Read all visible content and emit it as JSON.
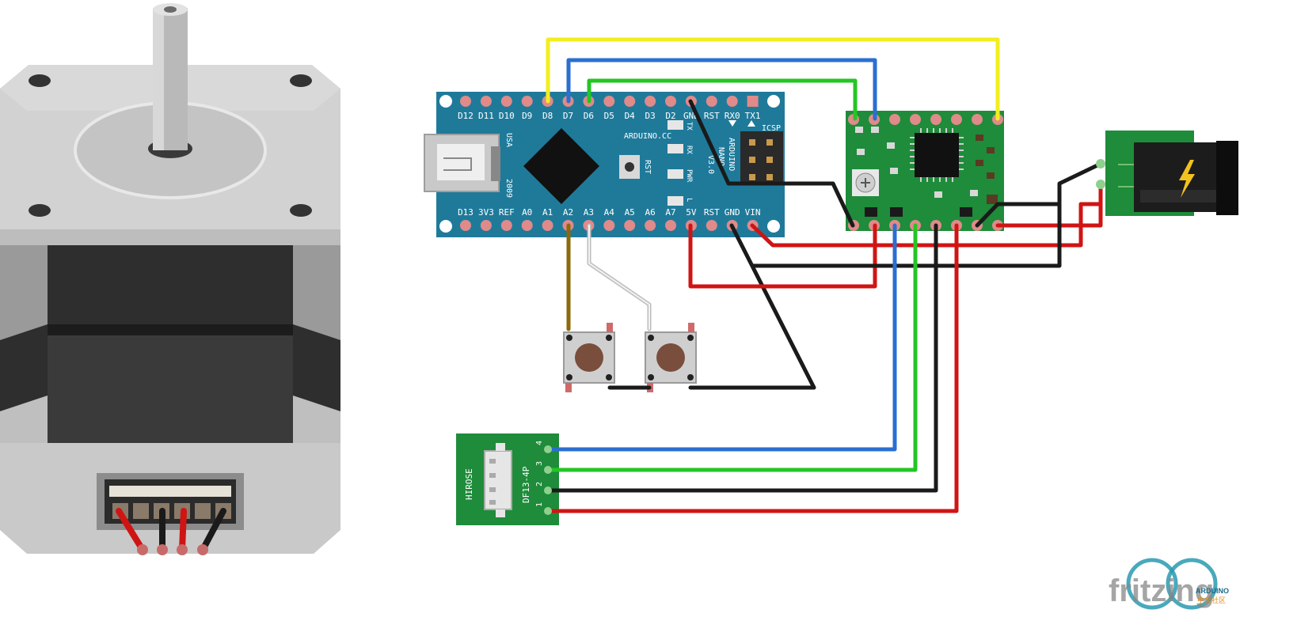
{
  "arduino": {
    "top_pins": [
      "D12",
      "D11",
      "D10",
      "D9",
      "D8",
      "D7",
      "D6",
      "D5",
      "D4",
      "D3",
      "D2",
      "GND",
      "RST",
      "RX0",
      "TX1"
    ],
    "bottom_pins": [
      "D13",
      "3V3",
      "REF",
      "A0",
      "A1",
      "A2",
      "A3",
      "A4",
      "A5",
      "A6",
      "A7",
      "5V",
      "RST",
      "GND",
      "VIN"
    ],
    "brand": "ARDUINO.CC",
    "name_line1": "ARDUINO",
    "name_line2": "NANO",
    "version": "V3.0",
    "country": "USA",
    "year": "2009",
    "rst_label": "RST",
    "icsp_label": "ICSP",
    "led_labels": [
      "TX",
      "RX",
      "PWR",
      "L"
    ]
  },
  "connector": {
    "brand": "HIROSE",
    "model": "DF13-4P",
    "pins": [
      "4",
      "3",
      "2",
      "1"
    ]
  },
  "logo": {
    "text": "fritzing",
    "badge": "ARDUINO",
    "sub": "中文社区"
  },
  "colors": {
    "arduino_board": "#1f7a9a",
    "driver_board": "#1e8c3a",
    "wire_yellow": "#f2ee1e",
    "wire_blue": "#2a6fd1",
    "wire_green": "#23c623",
    "wire_black": "#1a1a1a",
    "wire_red": "#d01414",
    "wire_brown": "#8a6a0a",
    "wire_white": "#e6e6e6"
  }
}
